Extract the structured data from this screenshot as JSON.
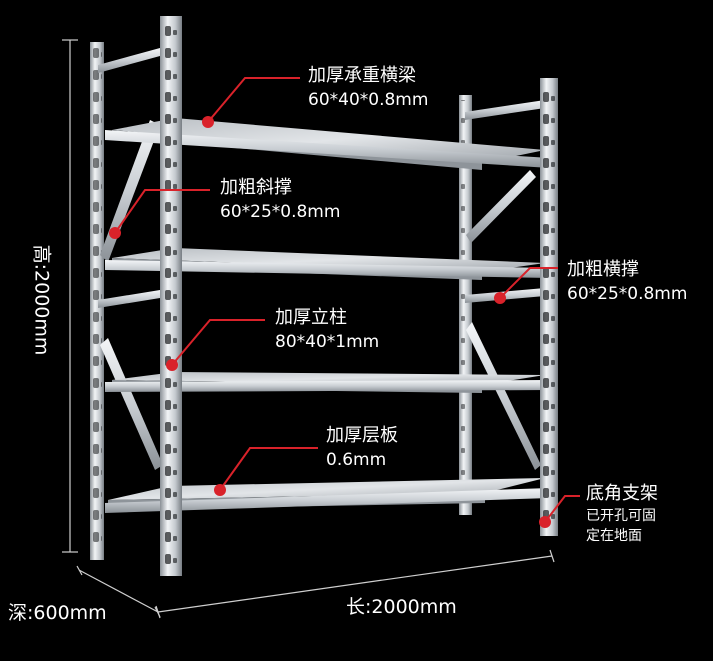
{
  "colors": {
    "background": "#000000",
    "callout_line": "#d9222a",
    "callout_dot": "#d9222a",
    "text": "#ffffff",
    "steel_light": "#e9ecef",
    "steel_mid": "#aeb3b8",
    "steel_dark": "#6f757b"
  },
  "callouts": {
    "beam": {
      "title": "加厚承重横梁",
      "spec": "60*40*0.8mm"
    },
    "diagonal": {
      "title": "加粗斜撑",
      "spec": "60*25*0.8mm"
    },
    "cross_brace": {
      "title": "加粗横撑",
      "spec": "60*25*0.8mm"
    },
    "upright": {
      "title": "加厚立柱",
      "spec": "80*40*1mm"
    },
    "shelf_board": {
      "title": "加厚层板",
      "spec": "0.6mm"
    },
    "foot": {
      "title": "底角支架",
      "note_line1": "已开孔可固",
      "note_line2": "定在地面"
    }
  },
  "dimensions": {
    "height": "高:2000mm",
    "depth": "深:600mm",
    "length": "长:2000mm"
  }
}
